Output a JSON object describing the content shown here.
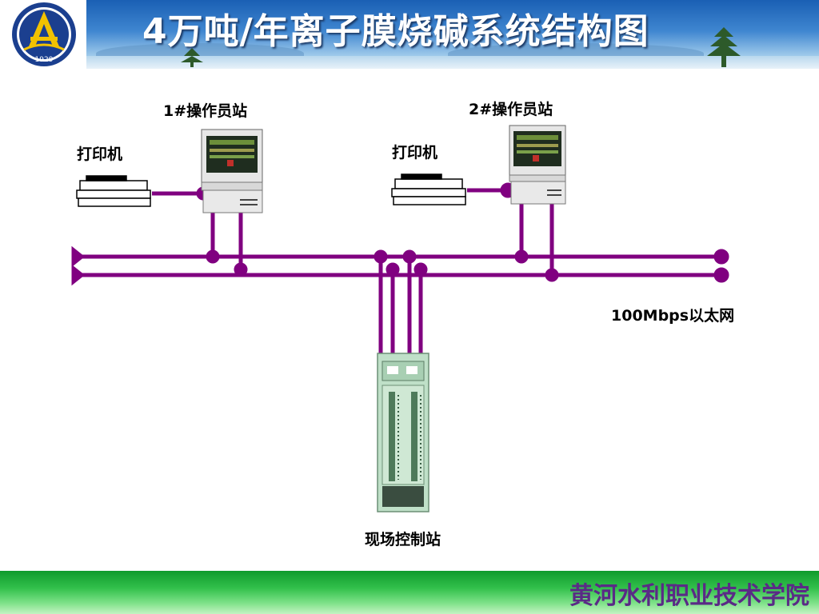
{
  "header": {
    "title": "4万吨/年离子膜烧碱系统结构图",
    "logo": {
      "name": "college-emblem",
      "year": "1929"
    }
  },
  "diagram": {
    "operator_station_1": "1#操作员站",
    "operator_station_2": "2#操作员站",
    "printer_1": "打印机",
    "printer_2": "打印机",
    "network": "100Mbps以太网",
    "field_control_station": "现场控制站"
  },
  "footer": {
    "institution": "黄河水利职业技术学院"
  },
  "colors": {
    "network_line": "#800080",
    "header_blue": "#2f74c0",
    "footer_green": "#1faa3a",
    "footer_text": "#5a2a86"
  }
}
